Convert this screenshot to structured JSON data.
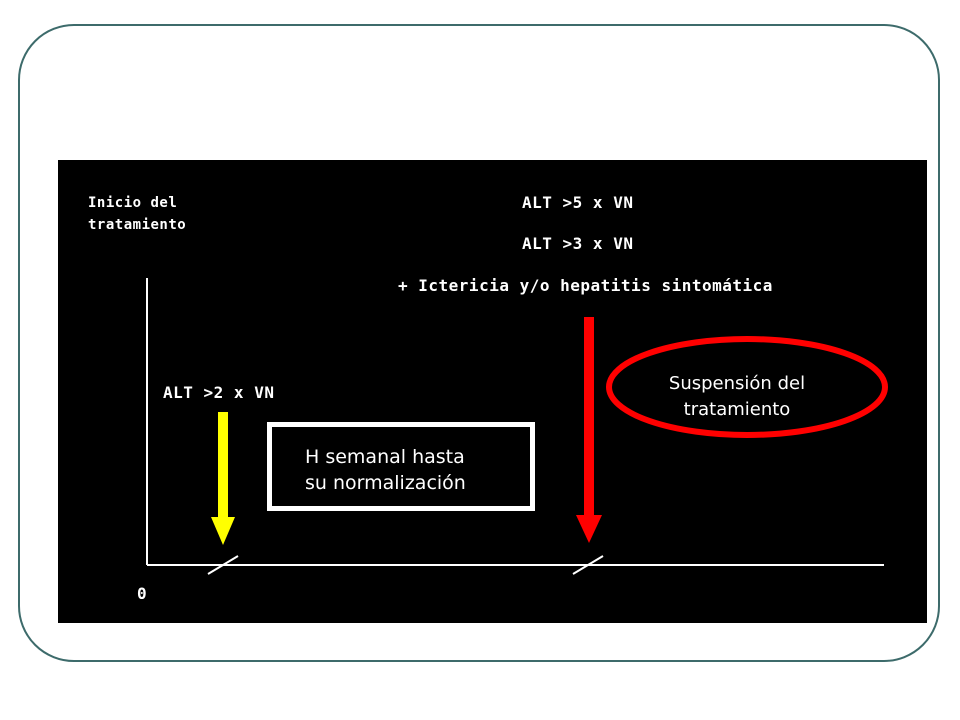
{
  "start_label": [
    "Inicio del",
    "tratamiento"
  ],
  "top_labels": {
    "alt5": "ALT >5 x VN",
    "alt3": "ALT >3 x VN",
    "icterus": "+ Ictericia y/o hepatitis sintomática"
  },
  "alt2_label": "ALT >2 x VN",
  "box_text": [
    "H semanal hasta",
    "su normalización"
  ],
  "oval_text": [
    "Suspensión del",
    "tratamiento"
  ],
  "origin_label": "0",
  "colors": {
    "background": "#000000",
    "yellow_arrow": "#ffff00",
    "red_arrow": "#ff0000",
    "oval": "#ff0000",
    "frame": "#3d6b6b"
  }
}
